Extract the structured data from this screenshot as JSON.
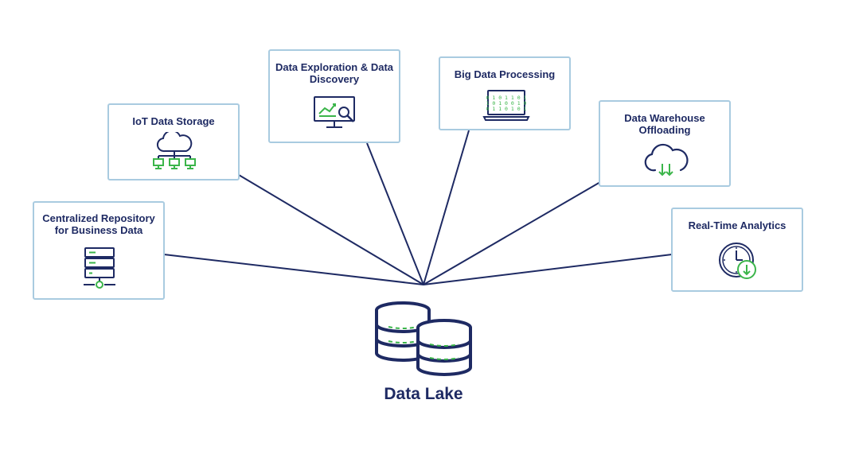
{
  "diagram": {
    "hub": {
      "label": "Data Lake",
      "icon": "database-stack-icon"
    },
    "nodes": [
      {
        "id": "centralized-repository",
        "label": "Centralized Repository\nfor Business Data",
        "icon": "server-rack-icon"
      },
      {
        "id": "iot-data-storage",
        "label": "IoT Data Storage",
        "icon": "cloud-network-icon"
      },
      {
        "id": "data-exploration",
        "label": "Data Exploration & Data\nDiscovery",
        "icon": "monitor-chart-search-icon"
      },
      {
        "id": "big-data-processing",
        "label": "Big Data Processing",
        "icon": "laptop-binary-icon"
      },
      {
        "id": "data-warehouse-offloading",
        "label": "Data Warehouse\nOffloading",
        "icon": "cloud-download-icon"
      },
      {
        "id": "real-time-analytics",
        "label": "Real-Time Analytics",
        "icon": "clock-download-icon"
      }
    ],
    "colors": {
      "navy": "#1e2a63",
      "green": "#3bb54a",
      "card_border": "#a9cbe0"
    }
  }
}
